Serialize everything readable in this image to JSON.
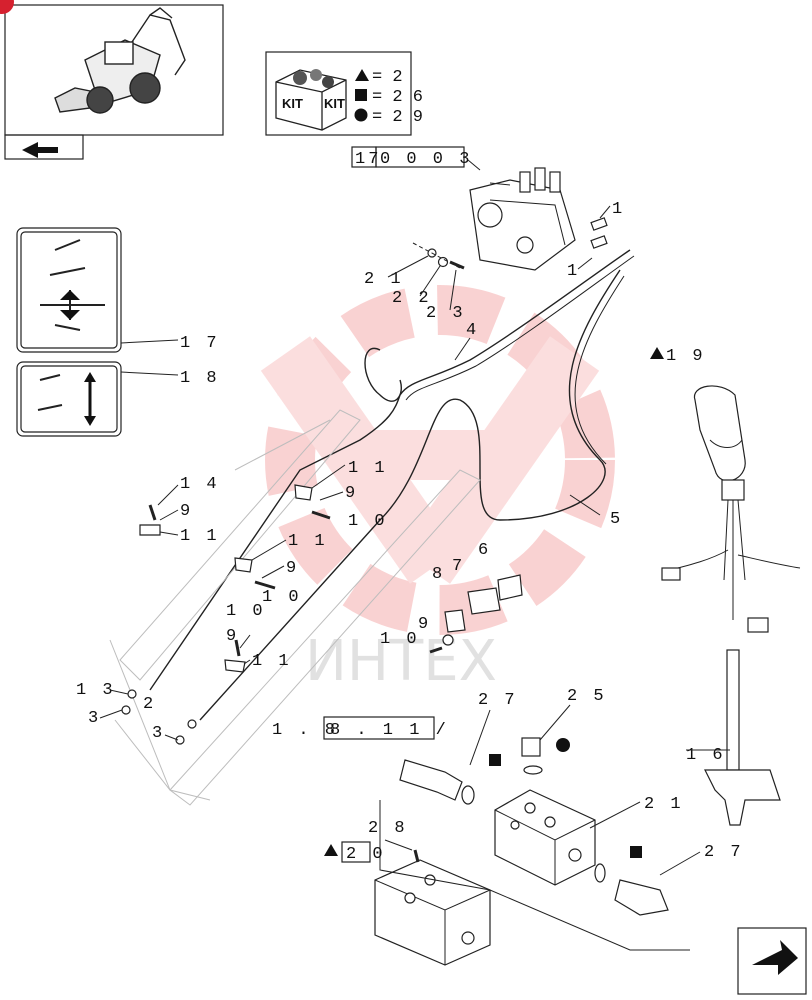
{
  "kit_legend": {
    "kit_label": "KIT",
    "rows": [
      {
        "symbol": "triangle",
        "text": "= 2"
      },
      {
        "symbol": "square",
        "text": "= 2 6"
      },
      {
        "symbol": "circle",
        "text": "= 2 9"
      }
    ]
  },
  "ref_box": {
    "prefix": "17",
    "code": "0 0   0 3"
  },
  "ref_box_2": {
    "prefix": "1 . 8",
    "code": "8 . 1 1 /"
  },
  "ref_box_20": {
    "code": "2 0"
  },
  "watermark": "ИНТЕХ",
  "callouts": {
    "c1a": "1",
    "c1b": "1",
    "c21a": "2 1",
    "c22": "2 2",
    "c23": "2 3",
    "c4": "4",
    "c19": "1 9",
    "c17": "1 7",
    "c18": "1 8",
    "c11a": "1 1",
    "c9a": "9",
    "c10a": "1 0",
    "c14": "1 4",
    "c9b": "9",
    "c11b": "1 1",
    "c11c": "1 1",
    "c9c": "9",
    "c10b": "1 0",
    "c10c": "1 0",
    "c9d": "9",
    "c11d": "1 1",
    "c5": "5",
    "c6": "6",
    "c7": "7",
    "c8": "8",
    "c9e": "9",
    "c10d": "1 0",
    "c13": "1 3",
    "c2": "2",
    "c3a": "3",
    "c3b": "3",
    "c27a": "2 7",
    "c25": "2 5",
    "c16": "1 6",
    "c21b": "2 1",
    "c28": "2 8",
    "c27b": "2 7"
  },
  "colors": {
    "badge": "#d6212f",
    "watermark_red": "#f2b5b5",
    "line": "#222222"
  },
  "icons": [
    "backhoe-loader-thumbnail",
    "kit-box-icon",
    "previous-page-arrow-icon",
    "next-page-arrow-icon",
    "decal-17-controls-icon",
    "decal-18-arrows-icon"
  ]
}
